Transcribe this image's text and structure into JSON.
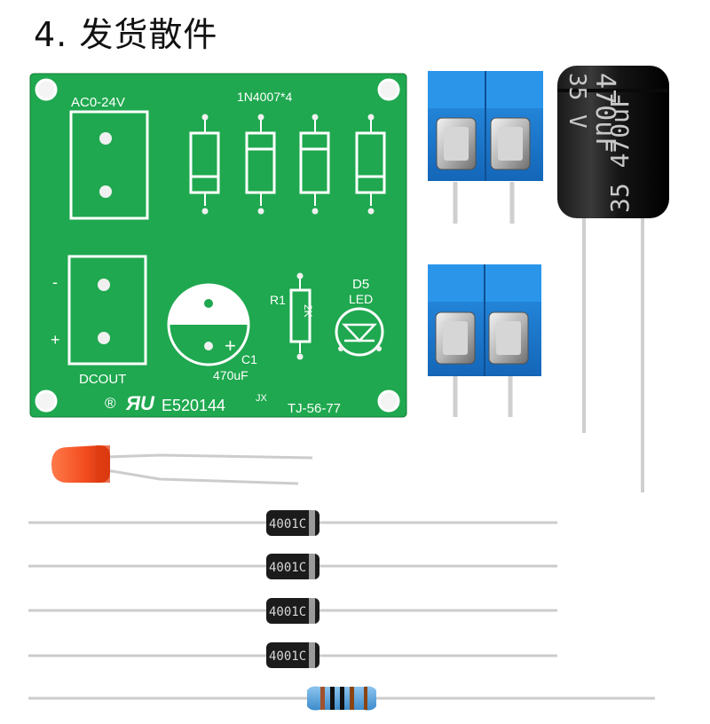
{
  "title": "4. 发货散件",
  "pcb": {
    "color": "#1fa84f",
    "ac_label": "AC0-24V",
    "diode_label": "1N4007*4",
    "minus_sign": "-",
    "plus_sign": "+",
    "dcout_label": "DCOUT",
    "r1_label": "R1",
    "r1_value": "2K",
    "d5_label": "D5",
    "led_label": "LED",
    "c1_label": "C1",
    "c1_value": "470uF",
    "c1_plus": "+",
    "registered_mark": "®",
    "ul_mark": "ЯU",
    "cert_code": "E520144",
    "jx_mark": "JX",
    "board_code": "TJ-56-77"
  },
  "capacitor": {
    "marking_1": "470uF",
    "marking_2": "35 V",
    "marking_3": "35  470uF"
  },
  "diode_marking": "4001C",
  "terminal_color": "#1a7fd8",
  "led_color": "#f24a1d"
}
